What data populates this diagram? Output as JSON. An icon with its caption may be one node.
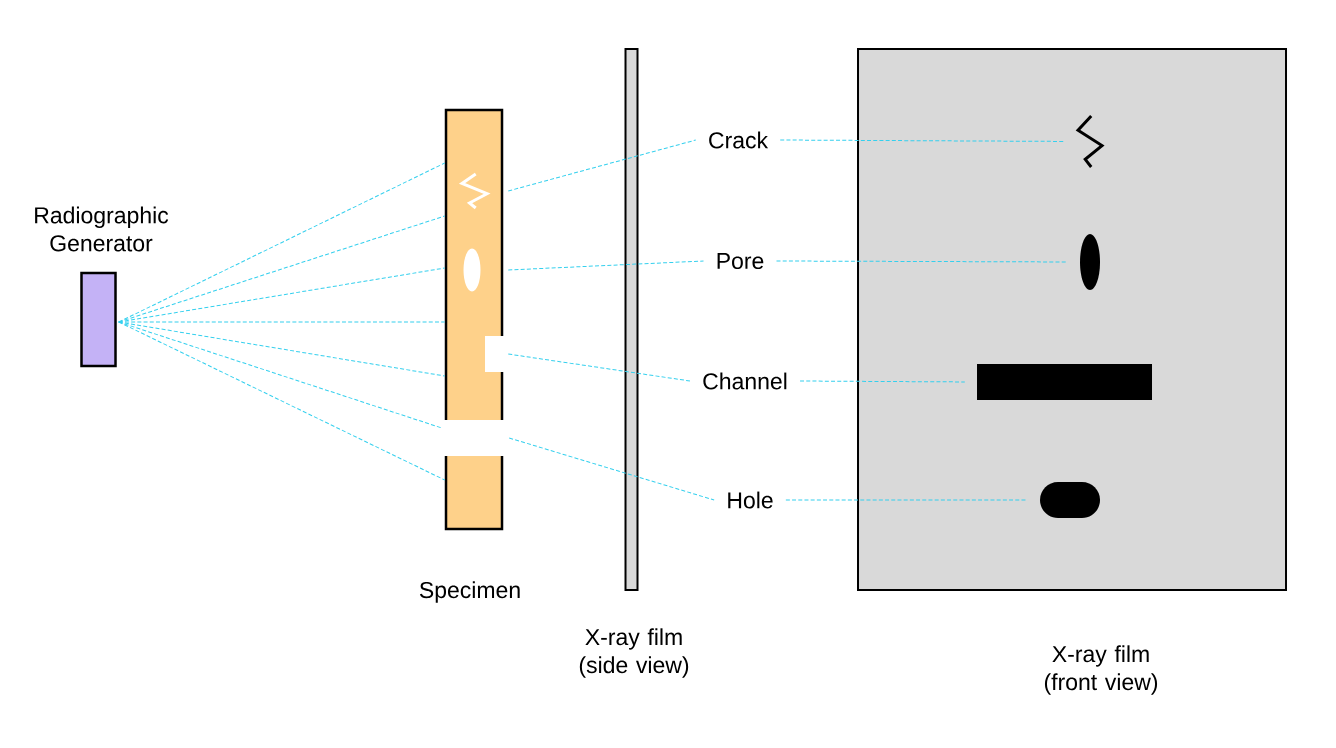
{
  "diagram": {
    "nodes": [
      {
        "text": [
          "Radiographic Generator"
        ]
      },
      {
        "text": [],
        "shape": "bar",
        "beside": [
          "Specimen"
        ]
      },
      {
        "text": [],
        "shape": "zigzag",
        "in": 1
      },
      {
        "text": [],
        "shape": "ellipse",
        "in": 1
      },
      {
        "text": [],
        "shape": "notch",
        "in": 1
      },
      {
        "text": [],
        "shape": "gap"
      },
      {
        "text": [],
        "shape": "bar",
        "beside": [
          "X-ray film (side view)"
        ]
      },
      {
        "text": [
          "Crack"
        ]
      },
      {
        "text": [
          "Pore"
        ]
      },
      {
        "text": [
          "Channel"
        ]
      },
      {
        "text": [
          "Hole"
        ]
      },
      {
        "text": [],
        "shape": "box",
        "beside": [
          "X-ray film (front view)"
        ]
      },
      {
        "text": [],
        "shape": "zigzag",
        "in": 11
      },
      {
        "text": [],
        "shape": "ellipse",
        "in": 11
      },
      {
        "text": [],
        "shape": "bar",
        "in": 11
      },
      {
        "text": [],
        "shape": "pill",
        "in": 11
      }
    ],
    "edges": [
      {
        "from": 0,
        "to": 1,
        "arrow": "none",
        "style": "dashed"
      },
      {
        "from": 0,
        "to": 1,
        "arrow": "none",
        "style": "dashed"
      },
      {
        "from": 0,
        "to": 1,
        "arrow": "none",
        "style": "dashed"
      },
      {
        "from": 0,
        "to": 1,
        "arrow": "none",
        "style": "dashed"
      },
      {
        "from": 0,
        "to": 1,
        "arrow": "none",
        "style": "dashed"
      },
      {
        "from": 0,
        "to": 5,
        "arrow": "none",
        "style": "dashed"
      },
      {
        "from": 0,
        "to": 1,
        "arrow": "none",
        "style": "dashed"
      },
      {
        "from": 2,
        "to": 7,
        "arrow": "none",
        "style": "dashed"
      },
      {
        "from": 7,
        "to": 12,
        "arrow": "none",
        "style": "dashed"
      },
      {
        "from": 3,
        "to": 8,
        "arrow": "none",
        "style": "dashed"
      },
      {
        "from": 8,
        "to": 13,
        "arrow": "none",
        "style": "dashed"
      },
      {
        "from": 4,
        "to": 9,
        "arrow": "none",
        "style": "dashed"
      },
      {
        "from": 9,
        "to": 14,
        "arrow": "none",
        "style": "dashed"
      },
      {
        "from": 5,
        "to": 10,
        "arrow": "none",
        "style": "dashed"
      },
      {
        "from": 10,
        "to": 15,
        "arrow": "none",
        "style": "dashed"
      }
    ]
  }
}
